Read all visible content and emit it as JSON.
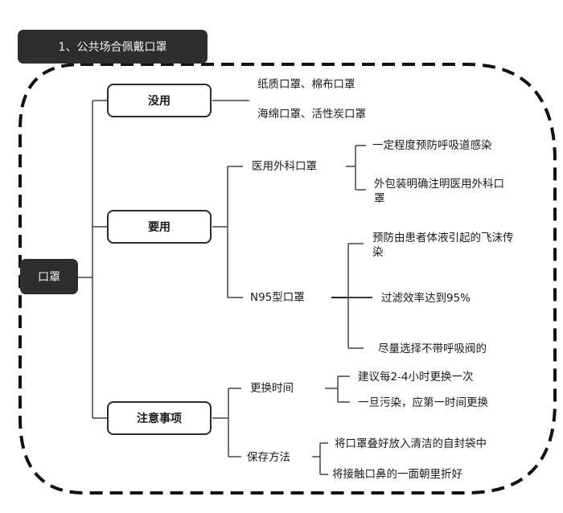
{
  "title": "1、公共场合佩戴口罩",
  "root": "口罩",
  "categories": [
    {
      "label": "没用",
      "items": [
        "纸质口罩、棉布口罩",
        "海绵口罩、活性炭口罩"
      ]
    },
    {
      "label": "要用",
      "subtopics": [
        {
          "label": "医用外科口罩",
          "items": [
            "一定程度预防呼吸道感染",
            "外包装明确注明医用外科口罩"
          ]
        },
        {
          "label": "N95型口罩",
          "items": [
            "预防由患者体液引起的飞沫传染",
            "过滤效率达到95%",
            "尽量选择不带呼吸阀的"
          ]
        }
      ]
    },
    {
      "label": "注意事项",
      "subtopics": [
        {
          "label": "更换时间",
          "items": [
            "建议每2-4小时更换一次",
            "一旦污染，应第一时间更换"
          ]
        },
        {
          "label": "保存方法",
          "items": [
            "将口罩叠好放入清洁的自封袋中",
            "将接触口鼻的一面朝里折好"
          ]
        }
      ]
    }
  ]
}
